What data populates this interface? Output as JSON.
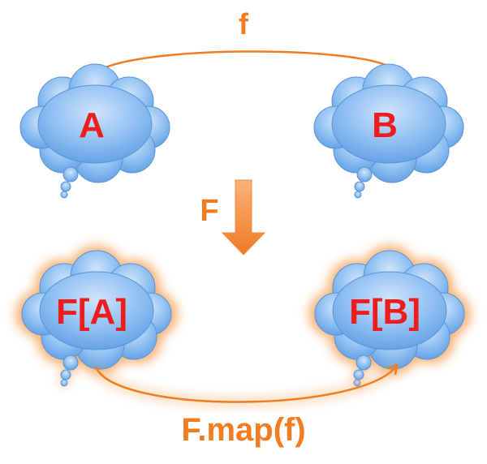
{
  "diagram": {
    "top_arrow_label": "f",
    "functor_label": "F",
    "bottom_arrow_label": "F.map(f)",
    "nodes": {
      "a": "A",
      "b": "B",
      "fa": "F[A]",
      "fb": "F[B]"
    }
  },
  "colors": {
    "cloud_fill": "#7fb5ee",
    "cloud_text": "#ee1c1c",
    "arrow": "#f47c20",
    "glow": "#f5a35a"
  }
}
